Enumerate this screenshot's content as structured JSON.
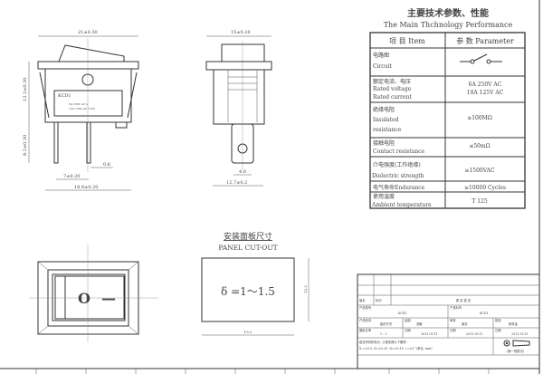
{
  "front_view": {
    "width_dim": "21±0.30",
    "height_dim": "13.2±0.30",
    "pin_dim": "8.2±0.30",
    "pin_thickness": "0.6",
    "pin_spacing": "7±0.20",
    "body_width": "18.8±0.20",
    "label_model": "KCD1",
    "label_line1": "6A 250V AC  μ",
    "label_line2": "10A 125V AC  T125"
  },
  "side_view": {
    "width_dim": "15±0.20",
    "tab_dim": "4.8",
    "body_dim": "12.7±0.2"
  },
  "panel": {
    "title_cn": "安装面板尺寸",
    "title_en": "PANEL CUT-OUT",
    "thickness": "δ =1～1.5",
    "width": "19.2",
    "height": "13.2",
    "face_on": "O",
    "face_off": "—"
  },
  "spec_table": {
    "title_cn": "主要技术参数、性能",
    "title_en": "The Main Thchnology Performance",
    "header_item": "项 目 Item",
    "header_param": "参 数 Parameter",
    "rows": [
      {
        "item": [
          "电路图",
          "Circuit"
        ],
        "param": []
      },
      {
        "item": [
          "额定电流、电压",
          "Rated voltage",
          "Rated current"
        ],
        "param": [
          "6A 250V AC",
          "10A 125V AC"
        ]
      },
      {
        "item": [
          "绝缘电阻",
          "Insulated",
          "resistance"
        ],
        "param": [
          "≥100MΩ"
        ]
      },
      {
        "item": [
          "接触电阻",
          "Contact resistance"
        ],
        "param": [
          "≤50mΩ"
        ]
      },
      {
        "item": [
          "介电强度(工作绝缘)",
          "Dielectric strength"
        ],
        "param": [
          "≥1500VAC"
        ]
      },
      {
        "item": [
          "电气寿命Endurance"
        ],
        "param": [
          "≥10000 Cycles"
        ]
      },
      {
        "item": [
          "使用温度",
          "Ambient temperature"
        ],
        "param": [
          "T 125"
        ]
      }
    ]
  },
  "title_block": {
    "version": "版本",
    "mark": "标识",
    "change_desc": "更 改 描 述",
    "model_label": "产品型号",
    "model": "KCD1",
    "part_label": "产品料号",
    "part": "KCD1",
    "series_label": "产品系列",
    "series": "船形开关",
    "drawn_label": "绘图",
    "drawn": "谭敏",
    "review_label": "审核",
    "review": "谢凯",
    "approve_label": "核准",
    "approve": "杨林金",
    "scale_label": "图纸比率",
    "scale": "1 : 1",
    "date_label": "日期",
    "date1": "2011.05.11",
    "date2": "2011.05.11",
    "date3": "2011.05.11",
    "tolerance_note": "若没有特别标示, 公差依照以下要求:",
    "tolerances": "X.=±0.5   .X=±0.30   .X=±0.15   ∠=±2°  (单位: mm)",
    "projection": "(第一视角法)"
  }
}
